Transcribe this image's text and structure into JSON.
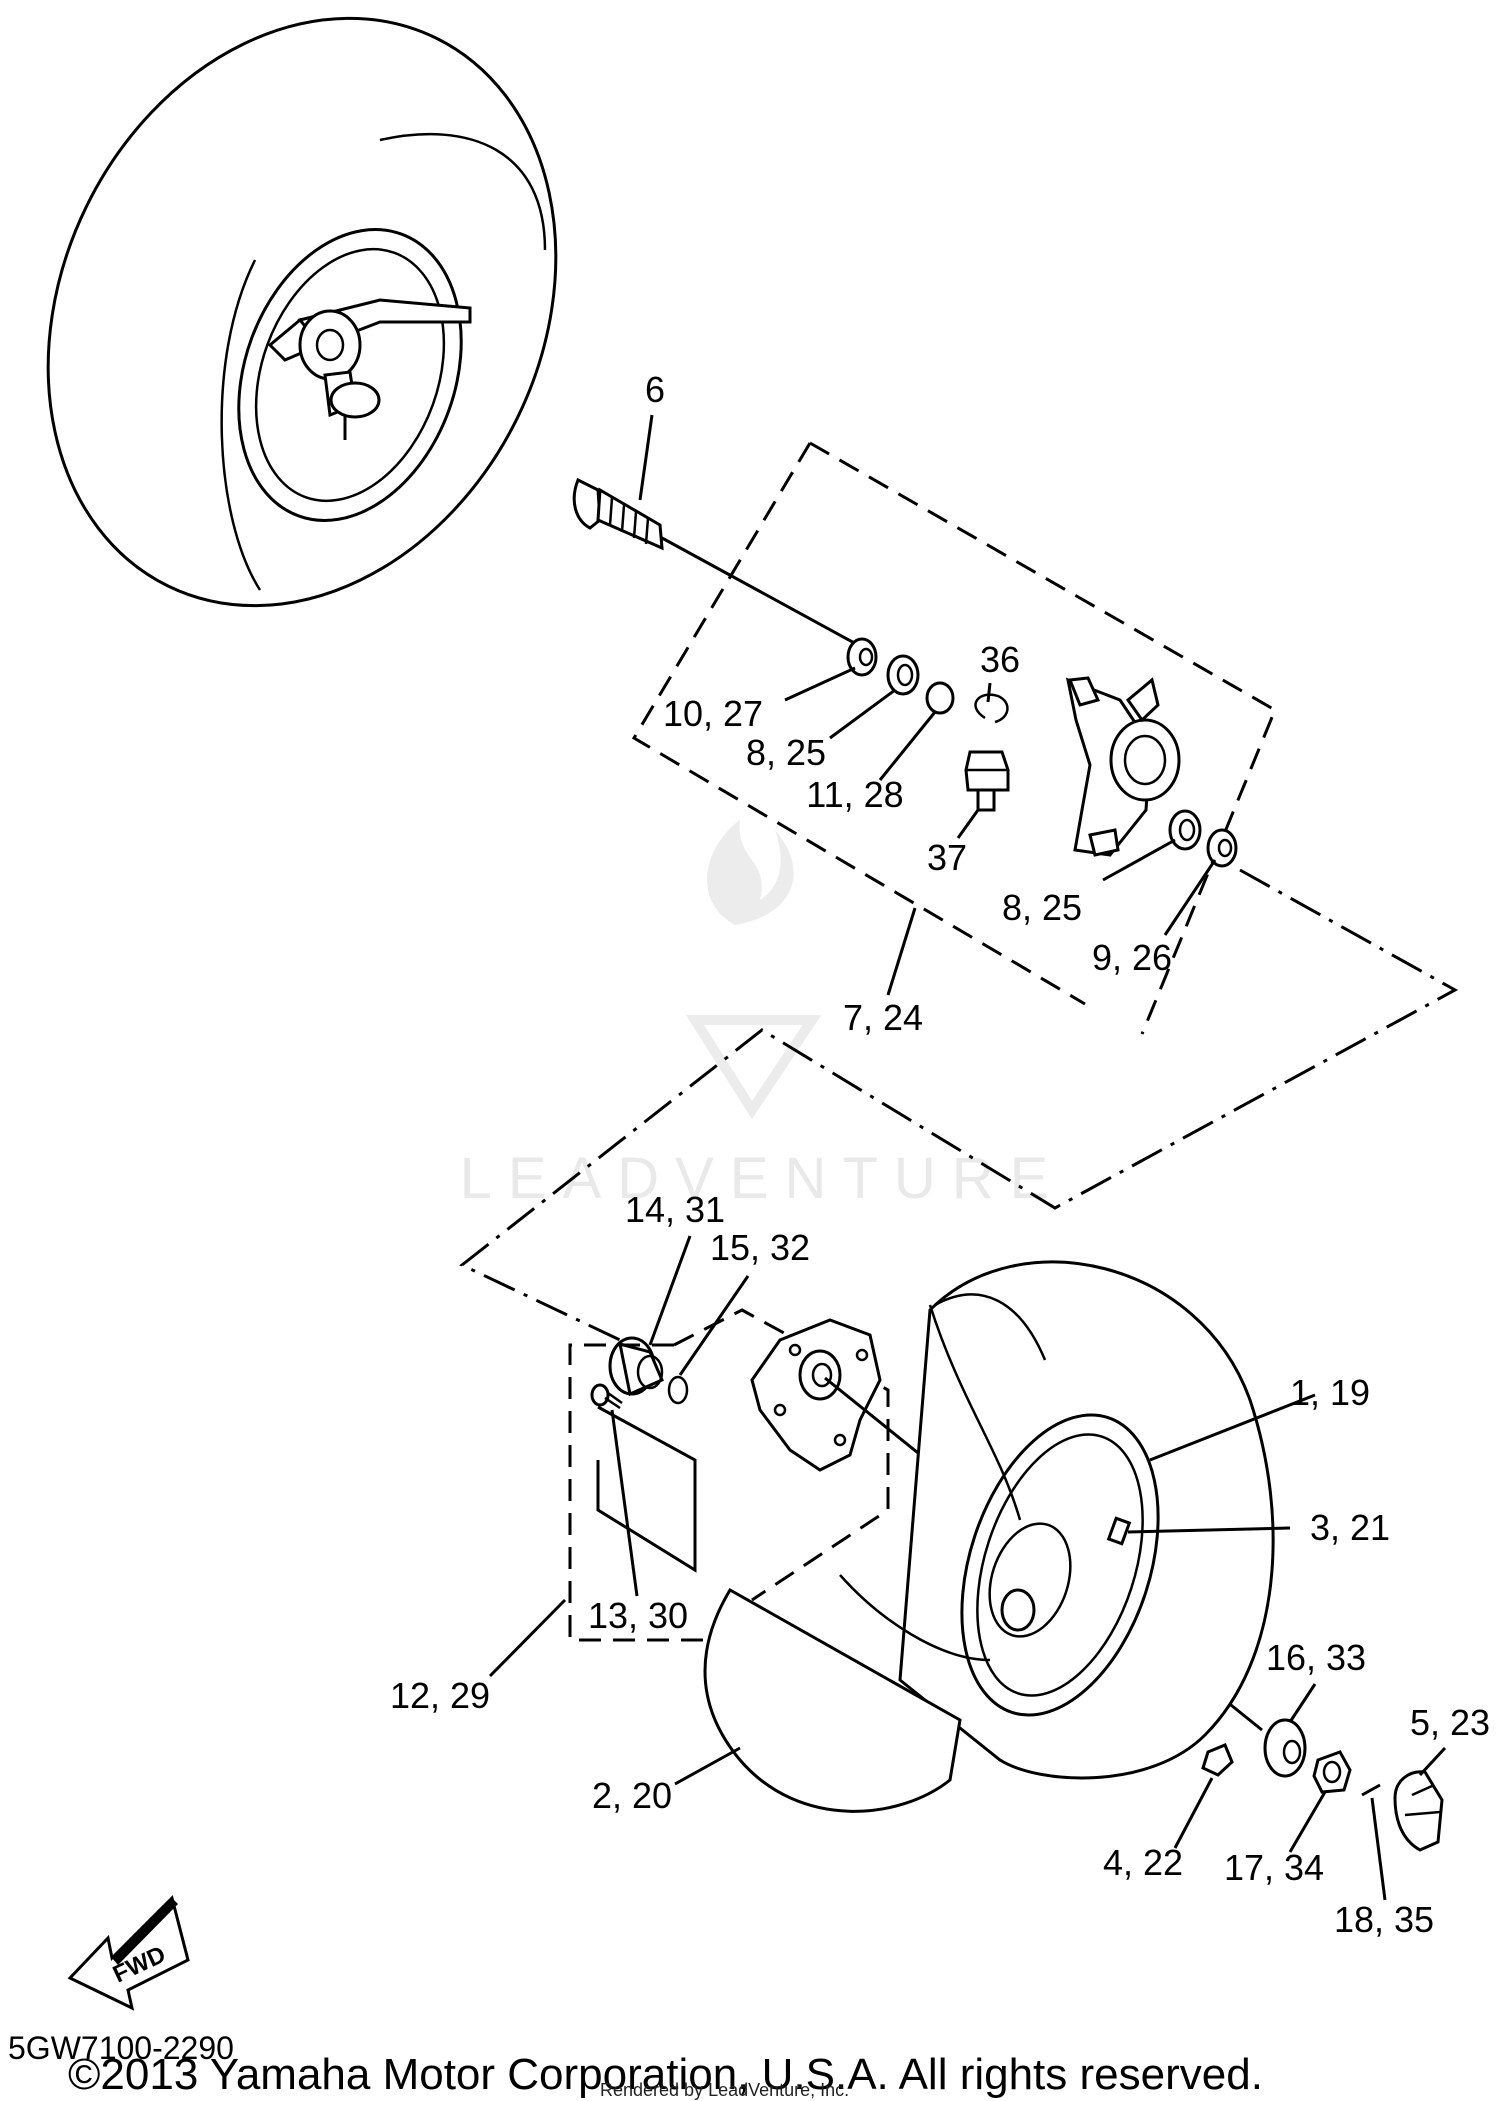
{
  "callouts": {
    "c6": "6",
    "c10_27": "10, 27",
    "c8_25a": "8, 25",
    "c11_28": "11, 28",
    "c36": "36",
    "c37": "37",
    "c8_25b": "8, 25",
    "c9_26": "9, 26",
    "c7_24": "7, 24",
    "c14_31": "14, 31",
    "c15_32": "15, 32",
    "c1_19": "1, 19",
    "c3_21": "3, 21",
    "c13_30": "13, 30",
    "c12_29": "12, 29",
    "c16_33": "16, 33",
    "c5_23": "5, 23",
    "c2_20": "2, 20",
    "c4_22": "4, 22",
    "c17_34": "17, 34",
    "c18_35": "18, 35"
  },
  "fwd_label": "FWD",
  "watermark": "LEADVENTURE",
  "diagram_code": "5GW7100-2290",
  "copyright": "©2013 Yamaha Motor Corporation, U.S.A. All rights reserved.",
  "rendered_by": "Rendered by LeadVenture, Inc."
}
